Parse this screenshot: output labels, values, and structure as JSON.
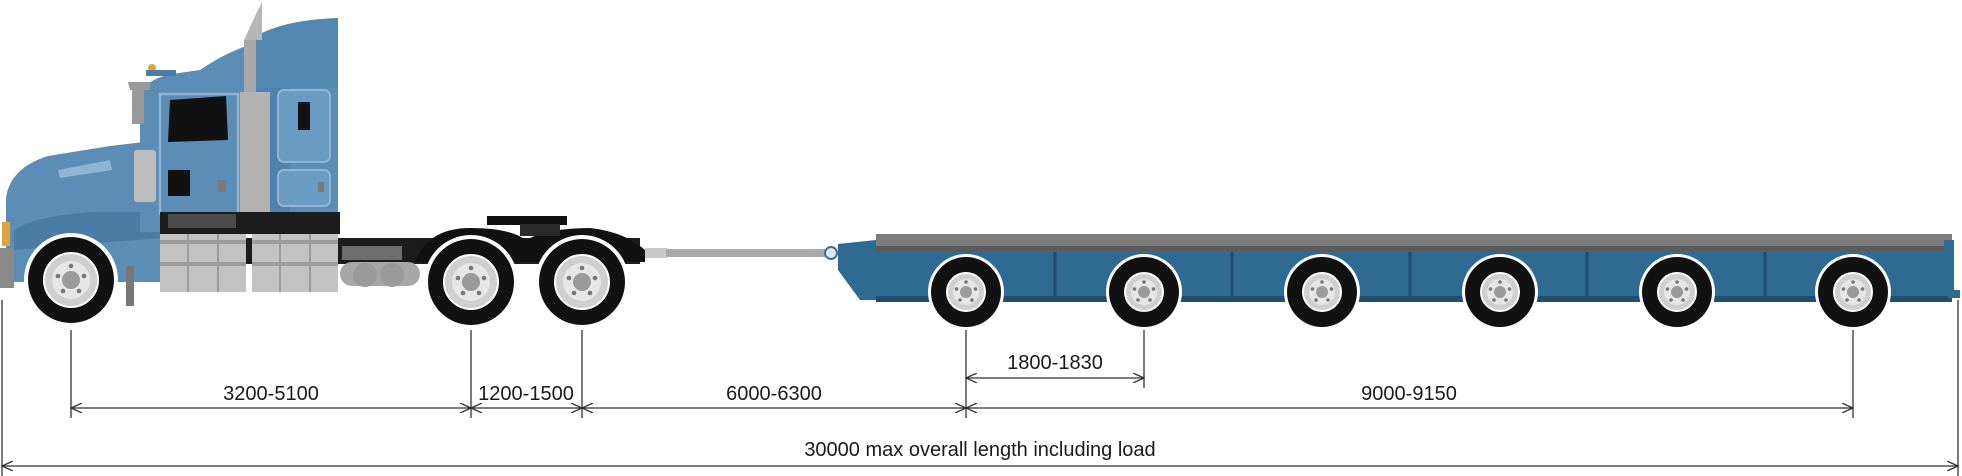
{
  "dimensions": {
    "tractor_wheelbase": "3200-5100",
    "drive_axle_spread": "1200-1500",
    "drawbar_length": "6000-6300",
    "trailer_axle_spacing": "1800-1830",
    "trailer_axle_group": "9000-9150",
    "overall_length": "30000 max overall length including load"
  },
  "colors": {
    "cab_blue": "#5b8db6",
    "cab_dark_blue": "#3f6f99",
    "trailer_blue": "#2f6a93",
    "trailer_dark": "#1f4e72",
    "deck_grey": "#7d7d7d",
    "tyre": "#111111",
    "rim": "#d4d4d4",
    "chassis": "#1c1c1c",
    "chrome": "#b7b7b7",
    "line": "#333333"
  }
}
